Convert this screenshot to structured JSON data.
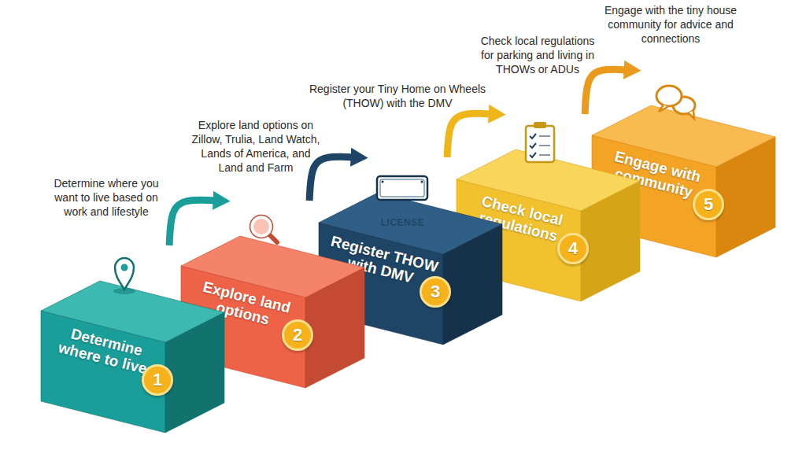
{
  "diagram": {
    "nodes": [
      {
        "text": [
          "Determine where you want to live based on work and lifestyle",
          "Determine where to live",
          "1"
        ]
      },
      {
        "text": [
          "Explore land options on Zillow, Trulia, Land Watch, Lands of America, and Land and Farm",
          "Explore land options",
          "2"
        ]
      },
      {
        "text": [
          "Register your Tiny Home on Wheels (THOW) with the DMV",
          "LICENSE",
          "Register THOW with DMV",
          "3"
        ]
      },
      {
        "text": [
          "Check local regulations for parking and living in THOWs or ADUs",
          "Check local regulations",
          "4"
        ]
      },
      {
        "text": [
          "Engage with the tiny house community for advice and connections",
          "Engage with community",
          "5"
        ]
      }
    ],
    "edges": [
      {
        "from": 0,
        "to": 1,
        "arrow": "to"
      },
      {
        "from": 1,
        "to": 2,
        "arrow": "to"
      },
      {
        "from": 2,
        "to": 3,
        "arrow": "to"
      },
      {
        "from": 3,
        "to": 4,
        "arrow": "to"
      }
    ]
  }
}
